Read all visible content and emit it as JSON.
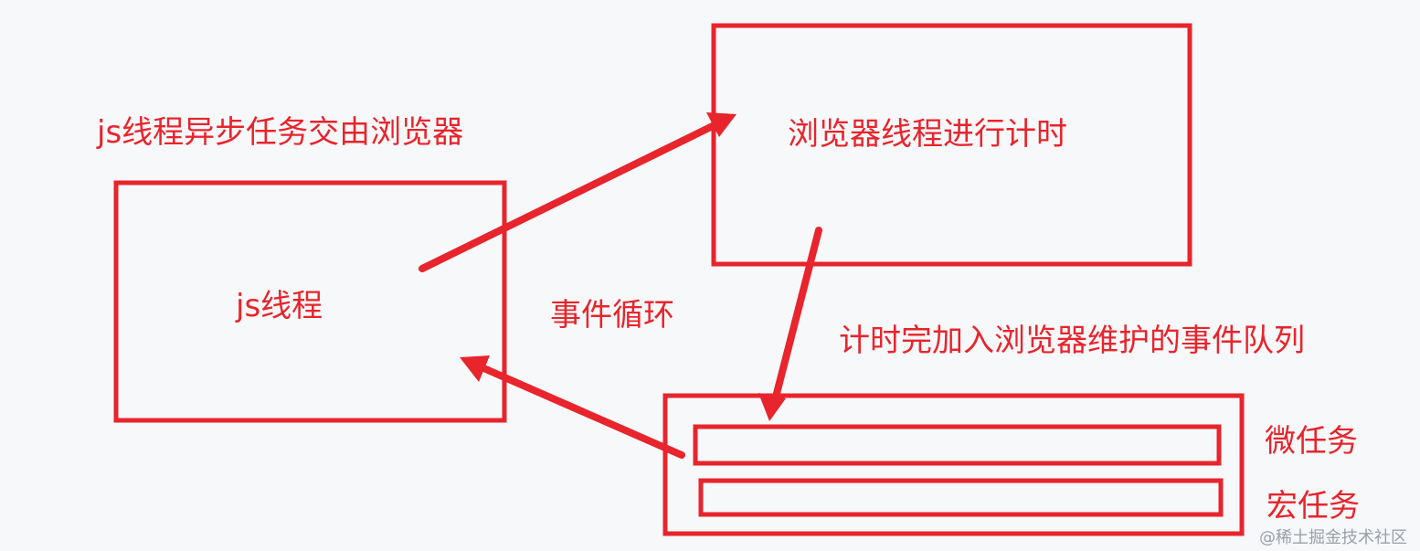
{
  "colors": {
    "stroke": "#e8242c",
    "background": "#f7f8fa",
    "watermark": "#9aa0a8"
  },
  "labels": {
    "async_handoff": "js线程异步任务交由浏览器",
    "js_thread": "js线程",
    "browser_timer": "浏览器线程进行计时",
    "event_loop": "事件循环",
    "timer_done": "计时完加入浏览器维护的事件队列",
    "microtask": "微任务",
    "macrotask": "宏任务"
  },
  "watermark": "@稀土掘金技术社区"
}
